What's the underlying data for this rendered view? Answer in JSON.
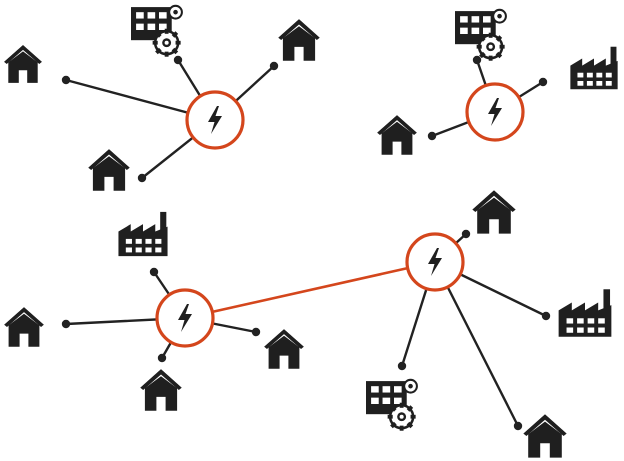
{
  "diagram": {
    "type": "energy-microgrid-network",
    "colors": {
      "hub": "#d4461c",
      "link": "#222222",
      "hubLink": "#d4461c",
      "icon": "#1f1f1f",
      "background": "#ffffff"
    },
    "hubs": [
      {
        "id": "hub-1",
        "icon": "lightning-icon"
      },
      {
        "id": "hub-2",
        "icon": "lightning-icon"
      },
      {
        "id": "hub-3",
        "icon": "lightning-icon"
      },
      {
        "id": "hub-4",
        "icon": "lightning-icon"
      }
    ],
    "consumers": [
      {
        "id": "house-a",
        "icon": "house-icon",
        "hub": "hub-1"
      },
      {
        "id": "office-a",
        "icon": "office-gear-icon",
        "hub": "hub-1"
      },
      {
        "id": "house-b",
        "icon": "house-icon",
        "hub": "hub-1"
      },
      {
        "id": "house-c",
        "icon": "house-icon",
        "hub": "hub-1"
      },
      {
        "id": "office-b",
        "icon": "office-gear-icon",
        "hub": "hub-2"
      },
      {
        "id": "factory-a",
        "icon": "factory-icon",
        "hub": "hub-2"
      },
      {
        "id": "house-d",
        "icon": "house-icon",
        "hub": "hub-2"
      },
      {
        "id": "factory-b",
        "icon": "factory-icon",
        "hub": "hub-3"
      },
      {
        "id": "house-e",
        "icon": "house-icon",
        "hub": "hub-3"
      },
      {
        "id": "house-f",
        "icon": "house-icon",
        "hub": "hub-3"
      },
      {
        "id": "house-g",
        "icon": "house-icon",
        "hub": "hub-3"
      },
      {
        "id": "house-h",
        "icon": "house-icon",
        "hub": "hub-4"
      },
      {
        "id": "factory-c",
        "icon": "factory-icon",
        "hub": "hub-4"
      },
      {
        "id": "office-c",
        "icon": "office-gear-icon",
        "hub": "hub-4"
      },
      {
        "id": "house-i",
        "icon": "house-icon",
        "hub": "hub-4"
      }
    ],
    "hubConnections": [
      {
        "from": "hub-3",
        "to": "hub-4"
      }
    ]
  }
}
